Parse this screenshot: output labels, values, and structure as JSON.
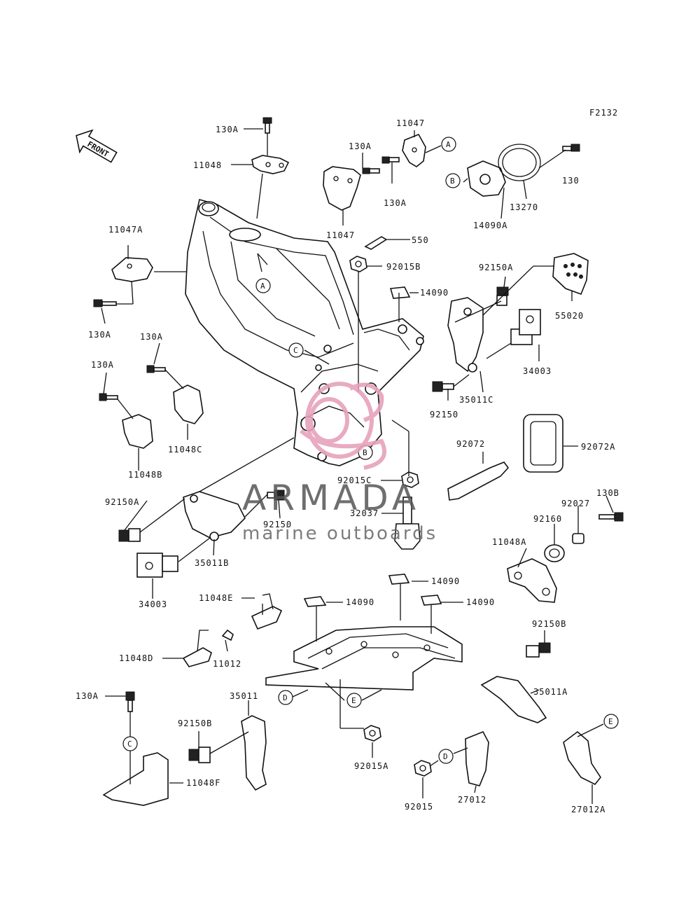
{
  "diagram_code": "F2132",
  "front_label": "FRONT",
  "watermark": {
    "title": "ARMADA",
    "subtitle": "marine outboards",
    "logo_color": "#e6a2bb",
    "text_color": "#555555"
  },
  "part_labels": [
    "130A",
    "11048",
    "11047",
    "130A",
    "130A",
    "11047",
    "130",
    "13270",
    "14090A",
    "11047A",
    "550",
    "92015B",
    "130A",
    "14090",
    "92150A",
    "55020",
    "130A",
    "130A",
    "34003",
    "11048C",
    "35011C",
    "92150",
    "11048B",
    "92072",
    "92072A",
    "92015C",
    "92150A",
    "92150",
    "32037",
    "130B",
    "92027",
    "92160",
    "35011B",
    "11048A",
    "34003",
    "14090",
    "11048E",
    "14090",
    "14090",
    "92150B",
    "11048D",
    "11012",
    "130A",
    "35011A",
    "35011",
    "92150B",
    "11048F",
    "92015A",
    "92015",
    "27012",
    "27012A"
  ],
  "reference_letters": [
    "A",
    "A",
    "B",
    "B",
    "C",
    "C",
    "D",
    "D",
    "E",
    "E"
  ]
}
